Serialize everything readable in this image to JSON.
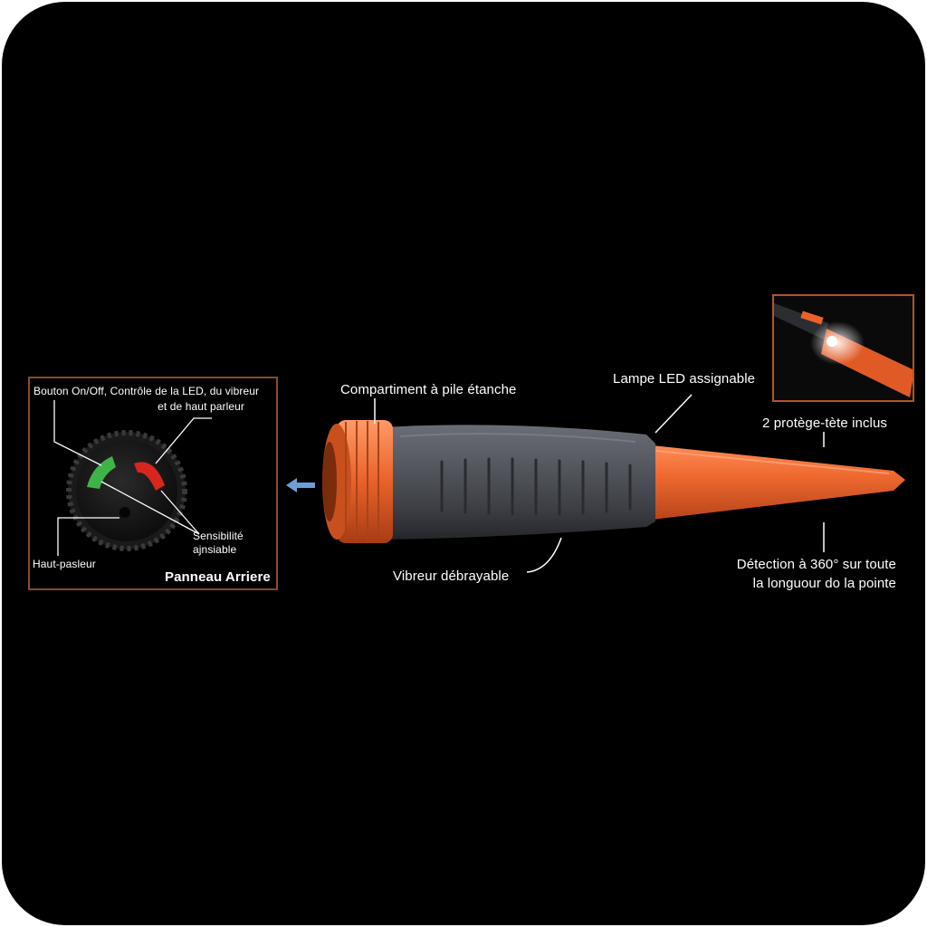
{
  "colors": {
    "background": "#000000",
    "accent_orange": "#e8622a",
    "grip_gray": "#4a4d55",
    "text": "#ffffff",
    "panel_border": "#8a4a2a",
    "led_green": "#3fb34a",
    "led_red": "#d8261f",
    "arrow_blue": "#6d9ed6"
  },
  "labels": {
    "compartment": "Compartiment à pile étanche",
    "lamp": "Lampe LED assignable",
    "tips": "2 protège-tète inclus",
    "vibrator": "Vibreur débrayable",
    "detection_line1": "Détection à 360° sur toute",
    "detection_line2": "la longuour do la pointe"
  },
  "panel": {
    "title": "Panneau Arriere",
    "button_line1": "Bouton On/Off, Contrôle de la LED, du vibreur",
    "button_line2": "et de haut parleur",
    "speaker": "Haut-pasleur",
    "sensitivity_line1": "Sensibilité",
    "sensitivity_line2": "ajnsiable"
  },
  "icons": {
    "arrow": "left-arrow-icon",
    "dial": "dial-icon",
    "led_green": "green-led-icon",
    "led_red": "red-led-icon"
  }
}
